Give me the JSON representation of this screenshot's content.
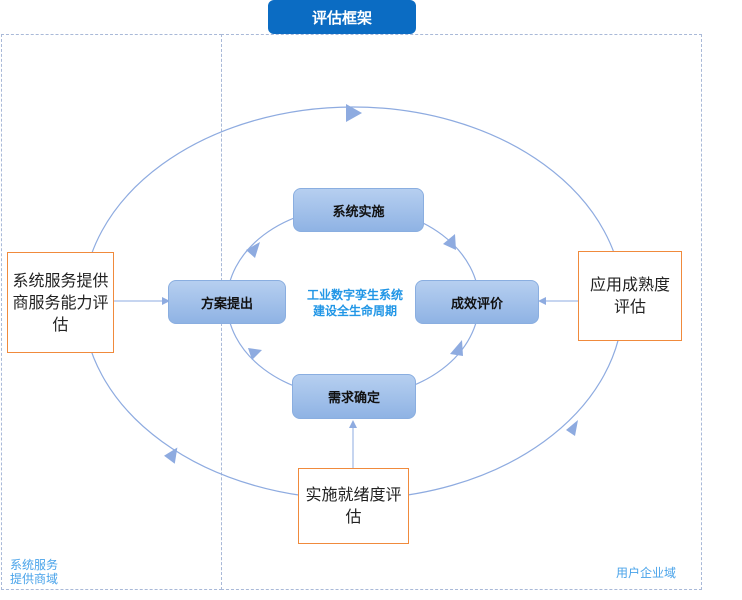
{
  "title": "评估框架",
  "domains": {
    "left_label_line1": "系统服务",
    "left_label_line2": "提供商域",
    "right_label": "用户企业域"
  },
  "center_label": {
    "line1": "工业数字孪生系统",
    "line2": "建设全生命周期"
  },
  "lifecycle_stages": {
    "top": "系统实施",
    "right": "成效评价",
    "bottom": "需求确定",
    "left": "方案提出"
  },
  "evaluations": {
    "provider": "系统服务提供商服务能力评估",
    "maturity": "应用成熟度评估",
    "readiness": "实施就绪度评估"
  },
  "colors": {
    "title_bg": "#0b6cc3",
    "stage_fill": "#9dbde8",
    "eval_border": "#f08a3c",
    "line": "#8eabe0",
    "domain_label": "#49a3ea",
    "center_text": "#2196e6"
  }
}
